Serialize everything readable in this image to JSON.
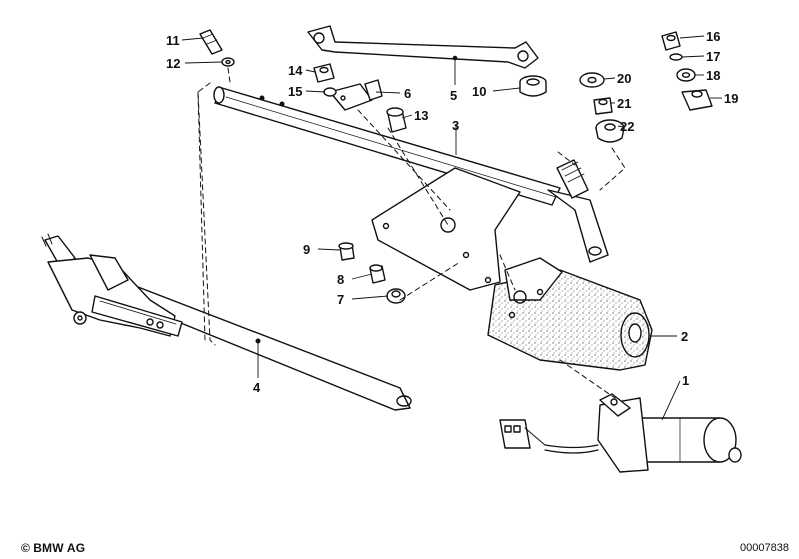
{
  "diagram": {
    "callouts": [
      "1",
      "2",
      "3",
      "4",
      "5",
      "6",
      "7",
      "8",
      "9",
      "10",
      "11",
      "12",
      "13",
      "14",
      "15",
      "16",
      "17",
      "18",
      "19",
      "20",
      "21",
      "22"
    ]
  },
  "footer": {
    "brand_mark": "©",
    "brand": "BMW AG",
    "doc_id": "00007838"
  }
}
